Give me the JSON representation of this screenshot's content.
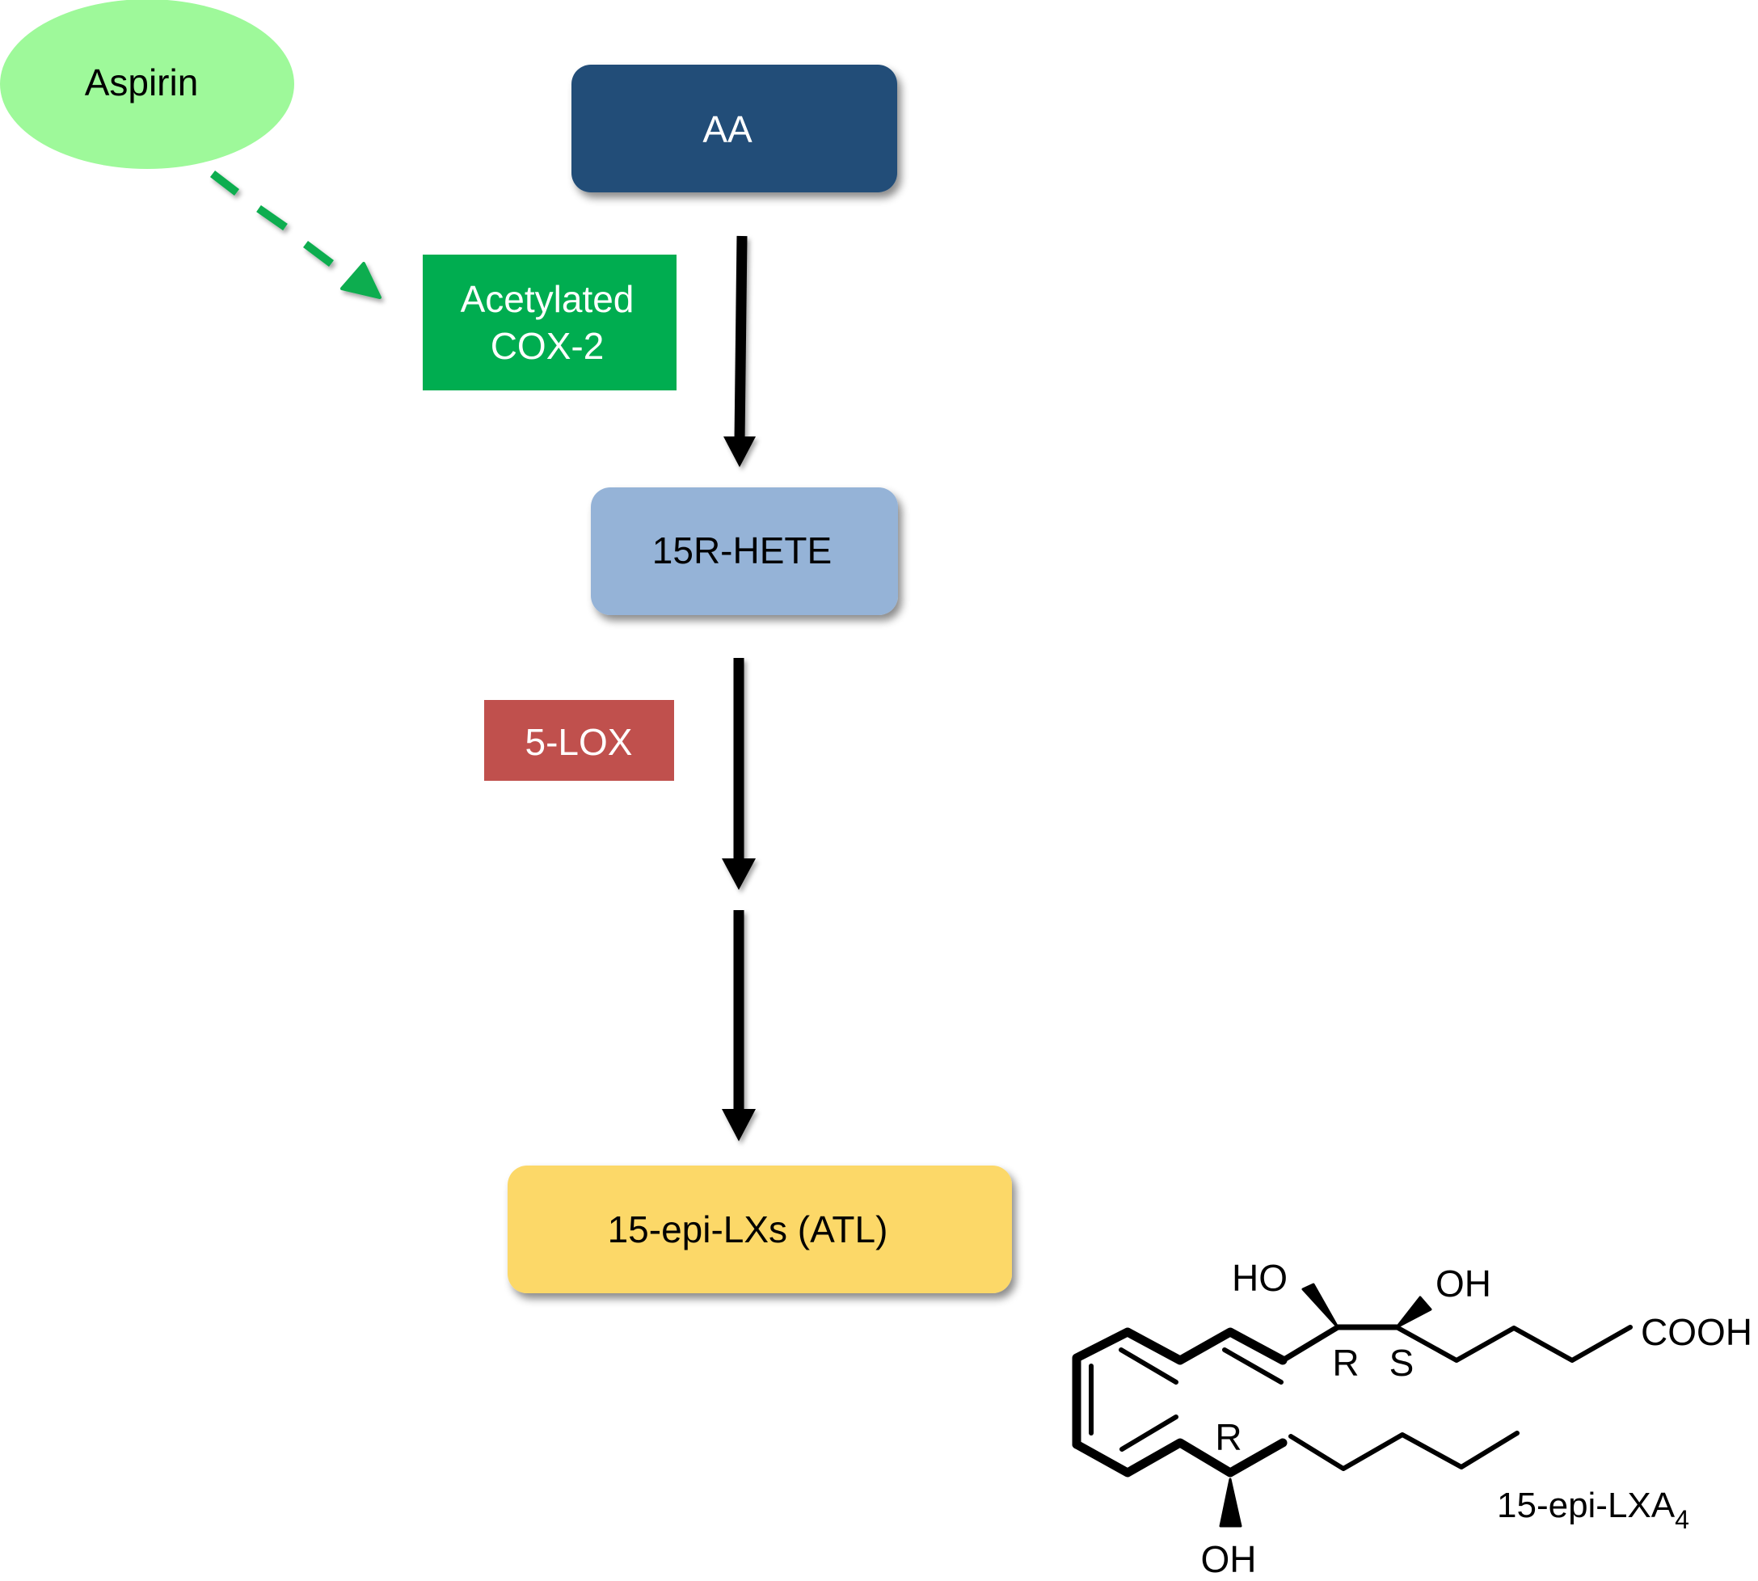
{
  "diagram": {
    "type": "biosynthesis-pathway",
    "nodes": {
      "aspirin": {
        "label": "Aspirin",
        "shape": "ellipse",
        "fill": "#9EF99A",
        "text_color": "#000000"
      },
      "aa": {
        "label": "AA",
        "shape": "rounded-rect",
        "fill": "#204E78",
        "text_color": "#FFFFFF"
      },
      "cox2": {
        "label_line1": "Acetylated",
        "label_line2": "COX-2",
        "shape": "rect",
        "fill": "#00AD50",
        "text_color": "#FFFFFF"
      },
      "hete": {
        "label": "15R-HETE",
        "shape": "rounded-rect",
        "fill": "#95B3D7",
        "text_color": "#000000"
      },
      "lox": {
        "label": "5-LOX",
        "shape": "rect",
        "fill": "#C0504D",
        "text_color": "#FFFFFF"
      },
      "atl": {
        "label": "15-epi-LXs (ATL)",
        "shape": "rounded-rect",
        "fill": "#FCD868",
        "text_color": "#000000"
      }
    },
    "edges": [
      {
        "from": "aspirin",
        "to": "cox2",
        "style": "dashed",
        "color": "#11AD50"
      },
      {
        "from": "aa",
        "to": "hete",
        "style": "solid",
        "color": "#000000",
        "catalyst": "cox2"
      },
      {
        "from": "hete",
        "to": "intermediate",
        "style": "solid",
        "color": "#000000",
        "catalyst": "lox"
      },
      {
        "from": "intermediate",
        "to": "atl",
        "style": "solid",
        "color": "#000000"
      }
    ]
  },
  "structure": {
    "name": "15-epi-LXA",
    "name_subscript": "4",
    "labels": {
      "ho_top": "HO",
      "oh_top": "OH",
      "cooh": "COOH",
      "oh_bottom": "OH",
      "stereo_r_upper": "R",
      "stereo_s_upper": "S",
      "stereo_r_lower": "R"
    }
  }
}
